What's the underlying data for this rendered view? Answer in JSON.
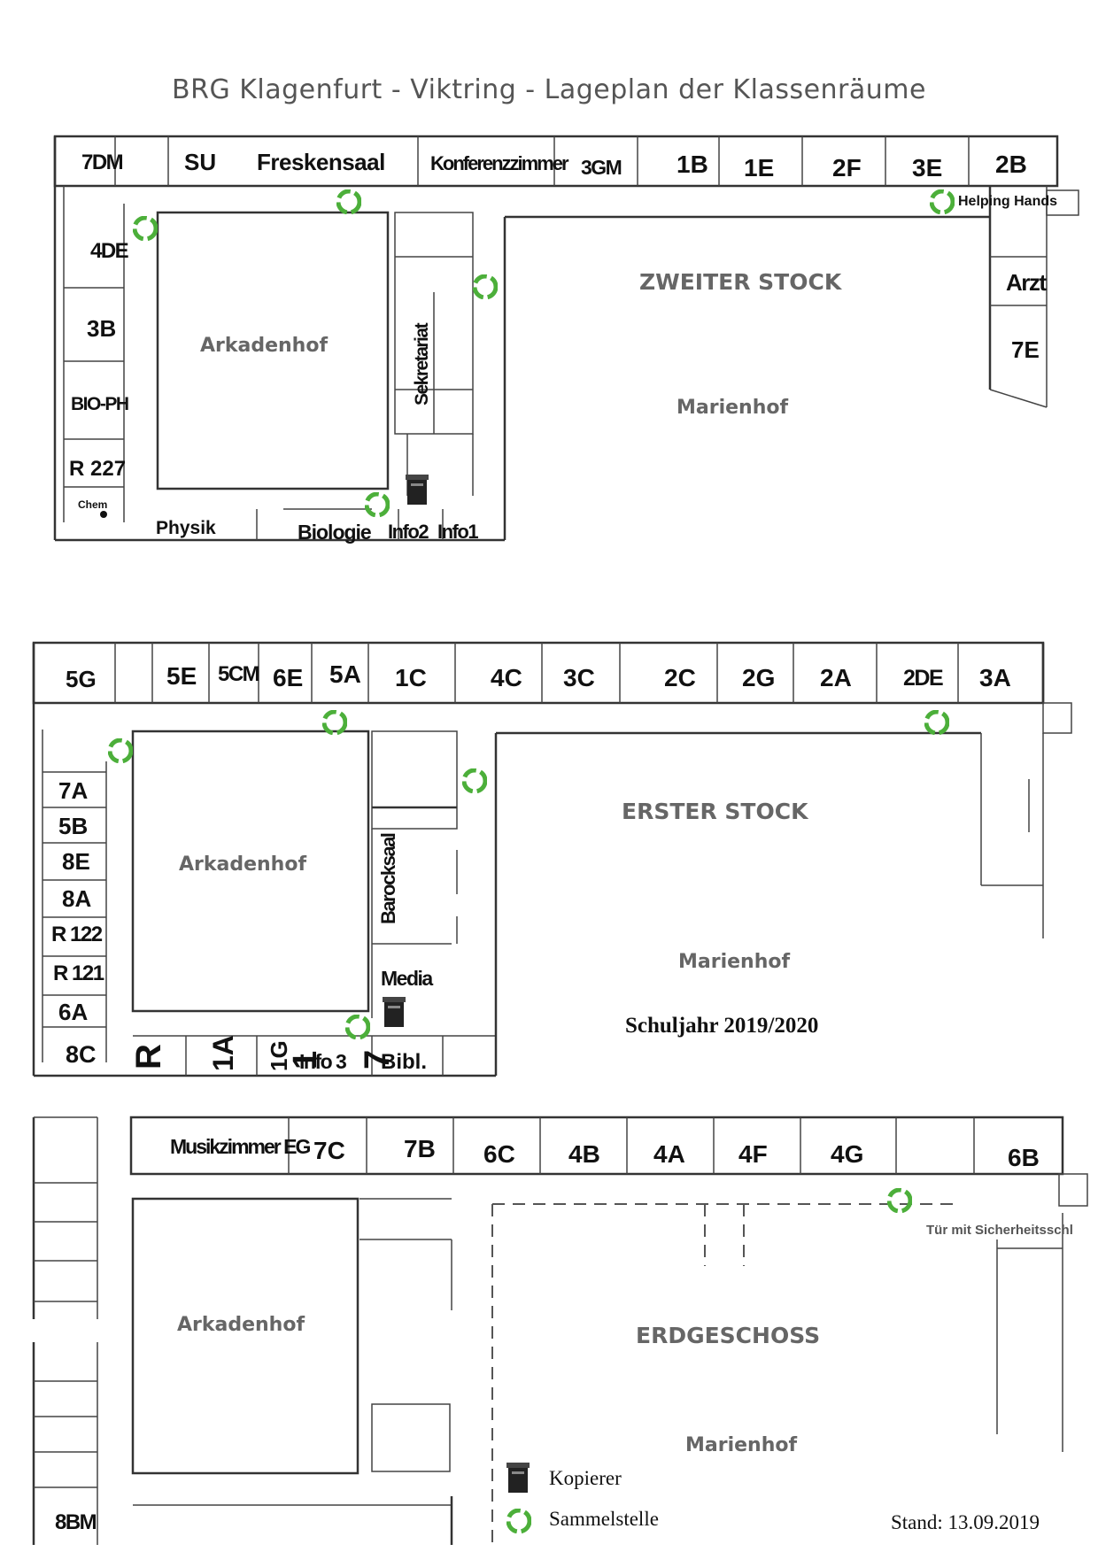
{
  "title": "BRG  Klagenfurt - Viktring  -  Lageplan der Klassenräume",
  "floor2": {
    "name": "ZWEITER STOCK",
    "courtyard": "Arkadenhof",
    "garden": "Marienhof",
    "top_rooms": [
      "7DM",
      "SU",
      "Freskensaal",
      "Konferenzzimmer",
      "3GM",
      "1B",
      "1E",
      "2F",
      "3E",
      "2B"
    ],
    "left_rooms": [
      "4DE",
      "3B",
      "BIO-PH",
      "R 227",
      "Chem"
    ],
    "bottom_rooms": [
      "Physik",
      "Biologie",
      "Info2",
      "Info1"
    ],
    "inner_rooms": [
      "Sekretariat"
    ],
    "right_rooms": [
      "Helping Hands",
      "Arzt",
      "7E"
    ]
  },
  "floor1": {
    "name": "ERSTER STOCK",
    "courtyard": "Arkadenhof",
    "garden": "Marienhof",
    "top_rooms": [
      "5G",
      "5E",
      "5CM",
      "6E",
      "5A",
      "1C",
      "4C",
      "3C",
      "2C",
      "2G",
      "2A",
      "2DE",
      "3A"
    ],
    "left_rooms": [
      "7A",
      "5B",
      "8E",
      "8A",
      "R 122",
      "R 121",
      "6A",
      "8C"
    ],
    "bottom_rooms": [
      "R",
      "1A",
      "1G",
      "1",
      "Info 3",
      "7",
      "Bibl."
    ],
    "inner_rooms": [
      "Barocksaal",
      "Media"
    ],
    "school_year": "Schuljahr 2019/2020"
  },
  "floor0": {
    "name": "ERDGESCHOSS",
    "courtyard": "Arkadenhof",
    "garden": "Marienhof",
    "top_rooms": [
      "Musikzimmer EG",
      "7C",
      "7B",
      "6C",
      "4B",
      "4A",
      "4F",
      "4G",
      "6B"
    ],
    "left_rooms": [
      "8BM"
    ],
    "door_note": "Tür mit Sicherheitsschl"
  },
  "legend": {
    "copier": "Kopierer",
    "collection": "Sammelstelle",
    "copier_icon": "copier-icon",
    "collection_icon": "recycle-icon",
    "collection_color": "#4caf3a"
  },
  "stand": "Stand: 13.09.2019"
}
